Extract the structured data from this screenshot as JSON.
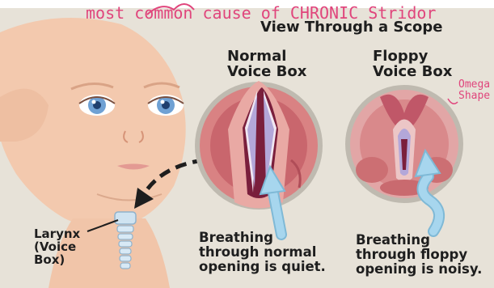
{
  "handwritten": {
    "top_note": "most common cause of CHRONIC Stridor",
    "side_note": "Omega\nShape"
  },
  "scope_title": "View Through a Scope",
  "normal": {
    "heading": "Normal\nVoice Box",
    "caption": "Breathing\nthrough normal\nopening is quiet."
  },
  "floppy": {
    "heading": "Floppy\nVoice Box",
    "caption": "Breathing\nthrough floppy\nopening is noisy."
  },
  "larynx_label": "Larynx\n(Voice\nBox)",
  "colors": {
    "background": "#e7e2d8",
    "skin": "#f3c9ae",
    "tissue": "#cf7577",
    "airway": "#7a1f3c",
    "arrow": "#8fcbe6",
    "annotation": "#e0457c"
  }
}
